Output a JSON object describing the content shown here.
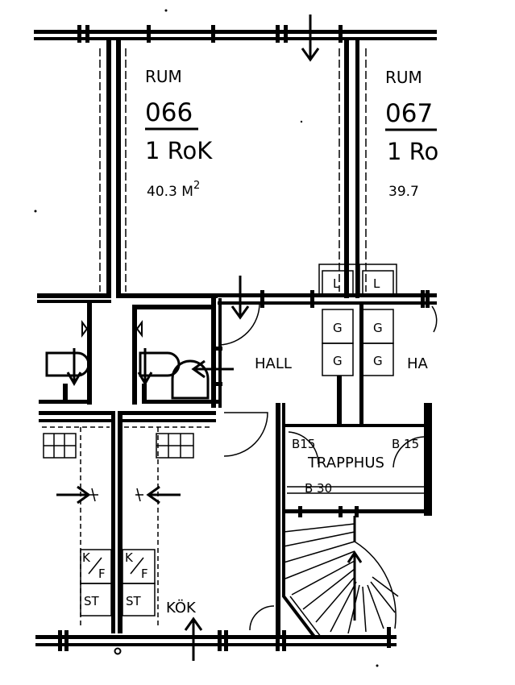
{
  "rooms": [
    {
      "label": "RUM",
      "number": "066",
      "type": "1 RoK",
      "area": "40.3 M",
      "area_sup": "2"
    },
    {
      "label": "RUM",
      "number": "067",
      "type": "1 Ro",
      "area": "39.7"
    }
  ],
  "spaces": {
    "hall_left": "HALL",
    "hall_right": "HA",
    "stair": "TRAPPHUS",
    "kitchen": "KÖK"
  },
  "storage_cells": {
    "col1": [
      "L",
      "G",
      "G"
    ],
    "col2": [
      "L",
      "G",
      "G"
    ]
  },
  "kitchen_cells": {
    "kf_k": "K",
    "kf_f": "F",
    "st": "ST"
  },
  "dimension_labels": {
    "b15_left": "B15",
    "b15_right": "B 15",
    "b30": "B 30"
  }
}
